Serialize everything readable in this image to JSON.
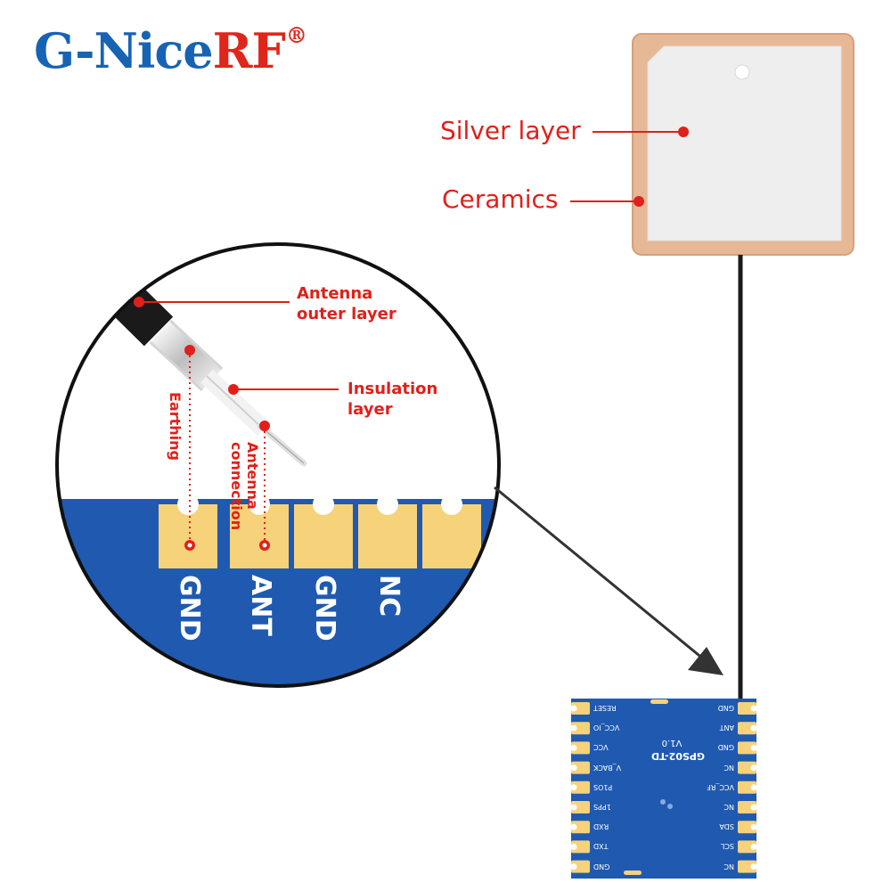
{
  "logo": {
    "brand_blue": "G-Nice",
    "brand_red": "RF",
    "registered_mark": "®",
    "color_blue": "#1763b4",
    "color_red": "#e0251b"
  },
  "patch_labels": {
    "silver": "Silver layer",
    "ceramics": "Ceramics"
  },
  "zoom_labels": {
    "outer": [
      "Antenna",
      "outer layer"
    ],
    "insulation": [
      "Insulation",
      "layer"
    ],
    "earthing": "Earthing",
    "antenna_conn": [
      "Antenna",
      "connection"
    ]
  },
  "zoom_pins": [
    "GND",
    "ANT",
    "GND",
    "NC"
  ],
  "module": {
    "model": "GPS02-TD",
    "version": "V1.0",
    "left_pins": [
      "RESET",
      "VCC_IO",
      "VCC",
      "V_BACK",
      "P1OS",
      "1PPS",
      "RXD",
      "TXD",
      "GND"
    ],
    "right_pins": [
      "GND",
      "ANT",
      "GND",
      "NC",
      "VCC_RF",
      "NC",
      "SDA",
      "SCL",
      "NC"
    ]
  },
  "colors": {
    "annotation_red": "#e0201a",
    "pcb_blue": "#1f5ab0",
    "gold_pad": "#f6d27a",
    "ceramic": "#e7b895",
    "silver": "#eeeeef"
  }
}
